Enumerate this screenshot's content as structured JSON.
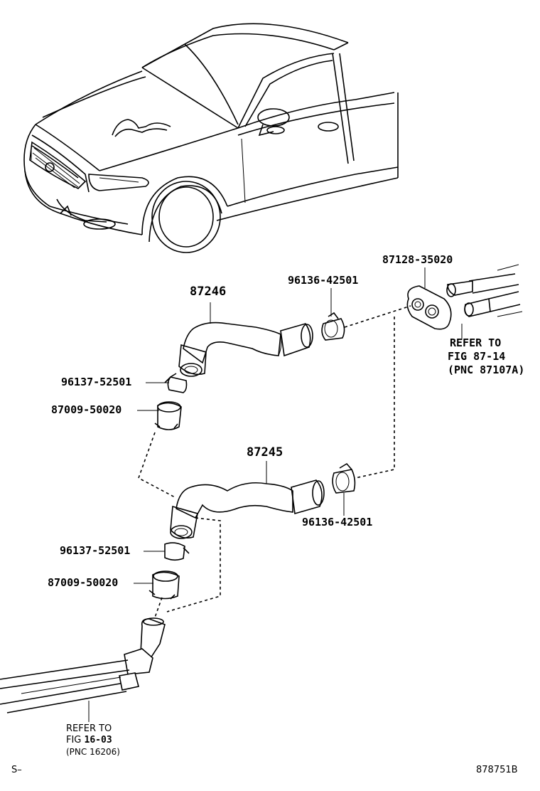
{
  "parts": {
    "hose_upper": "87246",
    "hose_lower": "87245",
    "grommet": "87128-35020",
    "clip_upper_right": "96136-42501",
    "clip_lower_right": "96136-42501",
    "clip_upper_left": "96137-52501",
    "clamp_upper_left": "87009-50020",
    "clip_lower_left": "96137-52501",
    "clamp_lower_left": "87009-50020"
  },
  "refs": {
    "right_line1": "REFER TO",
    "right_line2": "FIG 87-14",
    "right_line3": "(PNC 87107A)",
    "bottom_line1": "REFER TO",
    "bottom_fig_prefix": "FIG ",
    "bottom_fig_number": "16-03",
    "bottom_line3": "(PNC 16206)"
  },
  "footer": {
    "left_mark": "S–",
    "diagram_id": "878751B"
  }
}
